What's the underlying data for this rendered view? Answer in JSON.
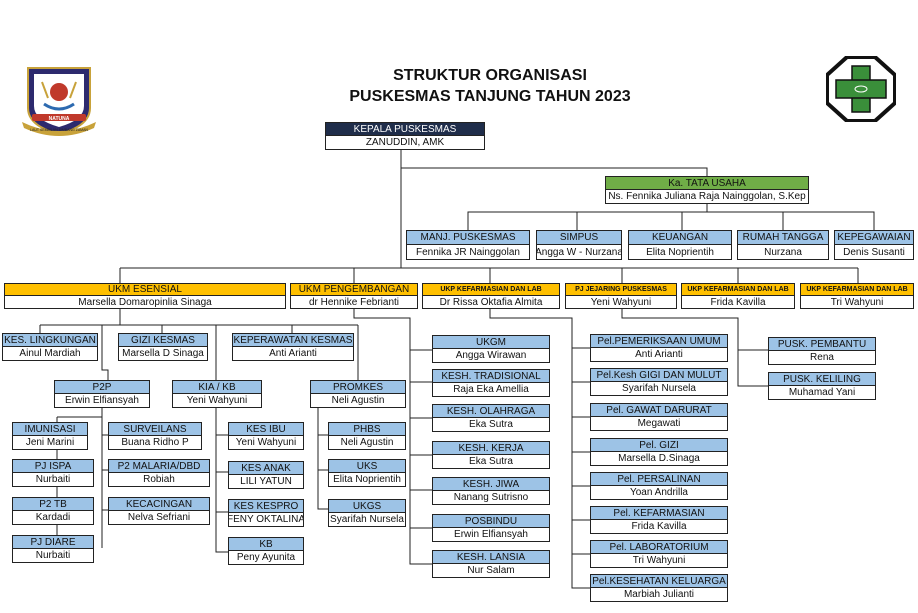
{
  "title": {
    "line1": "STRUKTUR ORGANISASI",
    "line2": "PUSKESMAS TANJUNG TAHUN 2023"
  },
  "logos": {
    "left": {
      "icon": "regency-crest-icon",
      "ribbon": "NATUNA",
      "motto": "LAUT SEMBILAN SIMBANG ZAMAN"
    },
    "right": {
      "icon": "puskesmas-cross-icon"
    }
  },
  "colors": {
    "header_blue": "#9dc3e6",
    "header_yellow": "#ffc000",
    "header_green": "#70ad47",
    "header_dark": "#1f2d4a"
  },
  "boxes": [
    {
      "id": "kepala",
      "role": "KEPALA PUSKESMAS",
      "name": "ZANUDDIN, AMK"
    },
    {
      "id": "tu",
      "role": "Ka. TATA USAHA",
      "name": "Ns. Fennika Juliana Raja Nainggolan, S.Kep"
    },
    {
      "id": "manj",
      "role": "MANJ. PUSKESMAS",
      "name": "Fennika JR Nainggolan"
    },
    {
      "id": "simpus",
      "role": "SIMPUS",
      "name": "Angga W - Nurzana"
    },
    {
      "id": "keuangan",
      "role": "KEUANGAN",
      "name": "Elita Noprientih"
    },
    {
      "id": "rumah",
      "role": "RUMAH TANGGA",
      "name": "Nurzana"
    },
    {
      "id": "kepeg",
      "role": "KEPEGAWAIAN",
      "name": "Denis Susanti"
    },
    {
      "id": "esensial",
      "role": "UKM ESENSIAL",
      "name": "Marsella Domaropinlia Sinaga"
    },
    {
      "id": "pengembangan",
      "role": "UKM PENGEMBANGAN",
      "name": "dr Hennike Febrianti"
    },
    {
      "id": "ukp1",
      "role": "UKP KEFARMASIAN DAN LAB",
      "name": "Dr Rissa Oktafia Almita"
    },
    {
      "id": "jejaring",
      "role": "PJ JEJARING PUSKESMAS",
      "name": "Yeni Wahyuni"
    },
    {
      "id": "ukp2",
      "role": "UKP KEFARMASIAN DAN LAB",
      "name": "Frida Kavilla"
    },
    {
      "id": "ukp3",
      "role": "UKP KEFARMASIAN DAN LAB",
      "name": "Tri Wahyuni"
    },
    {
      "id": "keslingk",
      "role": "KES. LINGKUNGAN",
      "name": "Ainul Mardiah"
    },
    {
      "id": "gizik",
      "role": "GIZI KESMAS",
      "name": "Marsella D Sinaga"
    },
    {
      "id": "keperawatan",
      "role": "KEPERAWATAN KESMAS",
      "name": "Anti Arianti"
    },
    {
      "id": "p2p",
      "role": "P2P",
      "name": "Erwin Elfiansyah"
    },
    {
      "id": "kiakb",
      "role": "KIA / KB",
      "name": "Yeni Wahyuni"
    },
    {
      "id": "promkes",
      "role": "PROMKES",
      "name": "Neli Agustin"
    },
    {
      "id": "imunisasi",
      "role": "IMUNISASI",
      "name": "Jeni Marini"
    },
    {
      "id": "surveilans",
      "role": "SURVEILANS",
      "name": "Buana Ridho P"
    },
    {
      "id": "pjispa",
      "role": "PJ ISPA",
      "name": "Nurbaiti"
    },
    {
      "id": "p2malaria",
      "role": "P2 MALARIA/DBD",
      "name": "Robiah"
    },
    {
      "id": "p2tb",
      "role": "P2 TB",
      "name": "Kardadi"
    },
    {
      "id": "kecacingan",
      "role": "KECACINGAN",
      "name": "Nelva Sefriani"
    },
    {
      "id": "pjdiare",
      "role": "PJ DIARE",
      "name": "Nurbaiti"
    },
    {
      "id": "kesibu",
      "role": "KES IBU",
      "name": "Yeni Wahyuni"
    },
    {
      "id": "kesanak",
      "role": "KES ANAK",
      "name": "LILI YATUN"
    },
    {
      "id": "keskespro",
      "role": "KES KESPRO",
      "name": "FENY OKTALINA"
    },
    {
      "id": "kb",
      "role": "KB",
      "name": "Peny Ayunita"
    },
    {
      "id": "phbs",
      "role": "PHBS",
      "name": "Neli Agustin"
    },
    {
      "id": "uks",
      "role": "UKS",
      "name": "Elita Noprientih"
    },
    {
      "id": "ukgs",
      "role": "UKGS",
      "name": "Syarifah Nursela"
    },
    {
      "id": "ukgm",
      "role": "UKGM",
      "name": "Angga Wirawan"
    },
    {
      "id": "kestrad",
      "role": "KESH. TRADISIONAL",
      "name": "Raja Eka Amellia"
    },
    {
      "id": "kesolah",
      "role": "KESH. OLAHRAGA",
      "name": "Eka Sutra"
    },
    {
      "id": "keskerja",
      "role": "KESH. KERJA",
      "name": "Eka Sutra"
    },
    {
      "id": "kesjiwa",
      "role": "KESH. JIWA",
      "name": "Nanang Sutrisno"
    },
    {
      "id": "posbindu",
      "role": "POSBINDU",
      "name": "Erwin Elfiansyah"
    },
    {
      "id": "keslansia",
      "role": "KESH. LANSIA",
      "name": "Nur Salam"
    },
    {
      "id": "pemum",
      "role": "Pel.PEMERIKSAAN UMUM",
      "name": "Anti Arianti"
    },
    {
      "id": "gigi",
      "role": "Pel.Kesh GIGI DAN MULUT",
      "name": "Syarifah Nursela"
    },
    {
      "id": "gadar",
      "role": "Pel. GAWAT DARURAT",
      "name": "Megawati"
    },
    {
      "id": "gizi",
      "role": "Pel. GIZI",
      "name": "Marsella D.Sinaga"
    },
    {
      "id": "persalinan",
      "role": "Pel. PERSALINAN",
      "name": "Yoan Andrilla"
    },
    {
      "id": "kefarmasian",
      "role": "Pel. KEFARMASIAN",
      "name": "Frida Kavilla"
    },
    {
      "id": "lab",
      "role": "Pel. LABORATORIUM",
      "name": "Tri Wahyuni"
    },
    {
      "id": "keskel",
      "role": "Pel.KESEHATAN KELUARGA",
      "name": "Marbiah Julianti"
    },
    {
      "id": "pembantu",
      "role": "PUSK. PEMBANTU",
      "name": "Rena"
    },
    {
      "id": "keliling",
      "role": "PUSK. KELILING",
      "name": "Muhamad Yani"
    }
  ]
}
